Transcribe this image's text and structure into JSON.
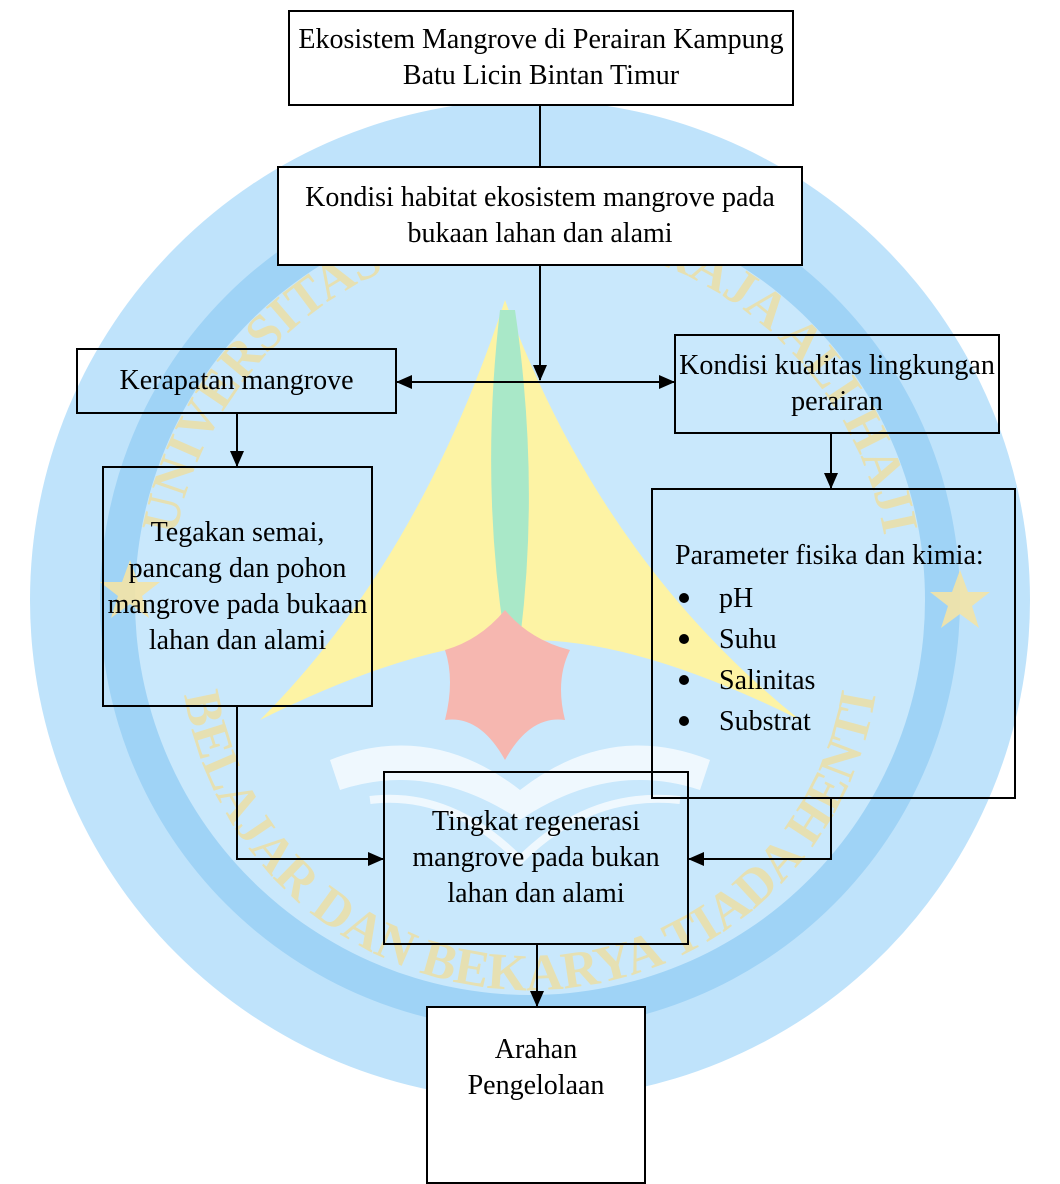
{
  "boxes": {
    "ecosystem": "Ekosistem Mangrove di Perairan Kampung Batu Licin Bintan Timur",
    "habitat": "Kondisi habitat ekosistem mangrove pada bukaan lahan dan alami",
    "density": "Kerapatan mangrove",
    "water_quality": "Kondisi kualitas lingkungan perairan",
    "stands": "Tegakan semai, pancang dan pohon mangrove pada bukaan lahan dan alami",
    "parameters": {
      "intro": "Parameter fisika dan kimia:",
      "items": [
        "pH",
        "Suhu",
        "Salinitas",
        "Substrat"
      ]
    },
    "regeneration": "Tingkat regenerasi mangrove pada bukan lahan dan alami",
    "management": "Arahan Pengelolaan"
  },
  "watermark": {
    "ring_color": "#4FB4F2",
    "lettering": "UNIVERSITAS MARITIM RAJA ALI HAJI — BELAJAR DAN BEKARYA TIADA HENTI"
  }
}
